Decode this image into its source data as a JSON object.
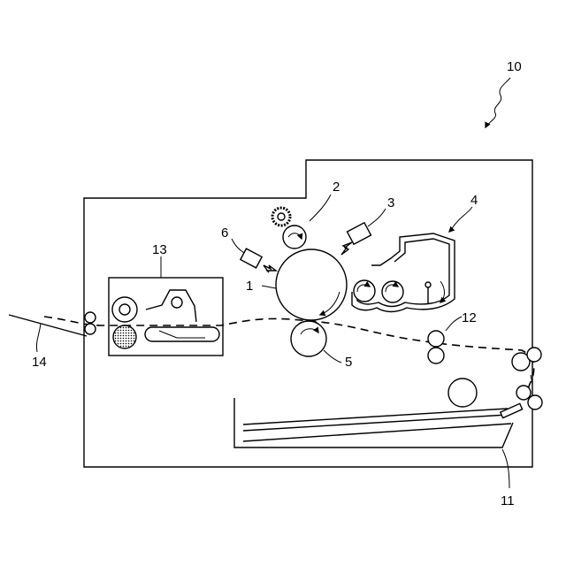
{
  "diagram": {
    "labels": {
      "device": "10",
      "photoreceptor_drum": "1",
      "charging_roller": "2",
      "exposure_unit": "3",
      "developing_unit": "4",
      "transfer_roller": "5",
      "cleaning_unit": "6",
      "paper_tray": "11",
      "registration_rollers": "12",
      "fixing_unit": "13",
      "output_tray": "14"
    }
  }
}
